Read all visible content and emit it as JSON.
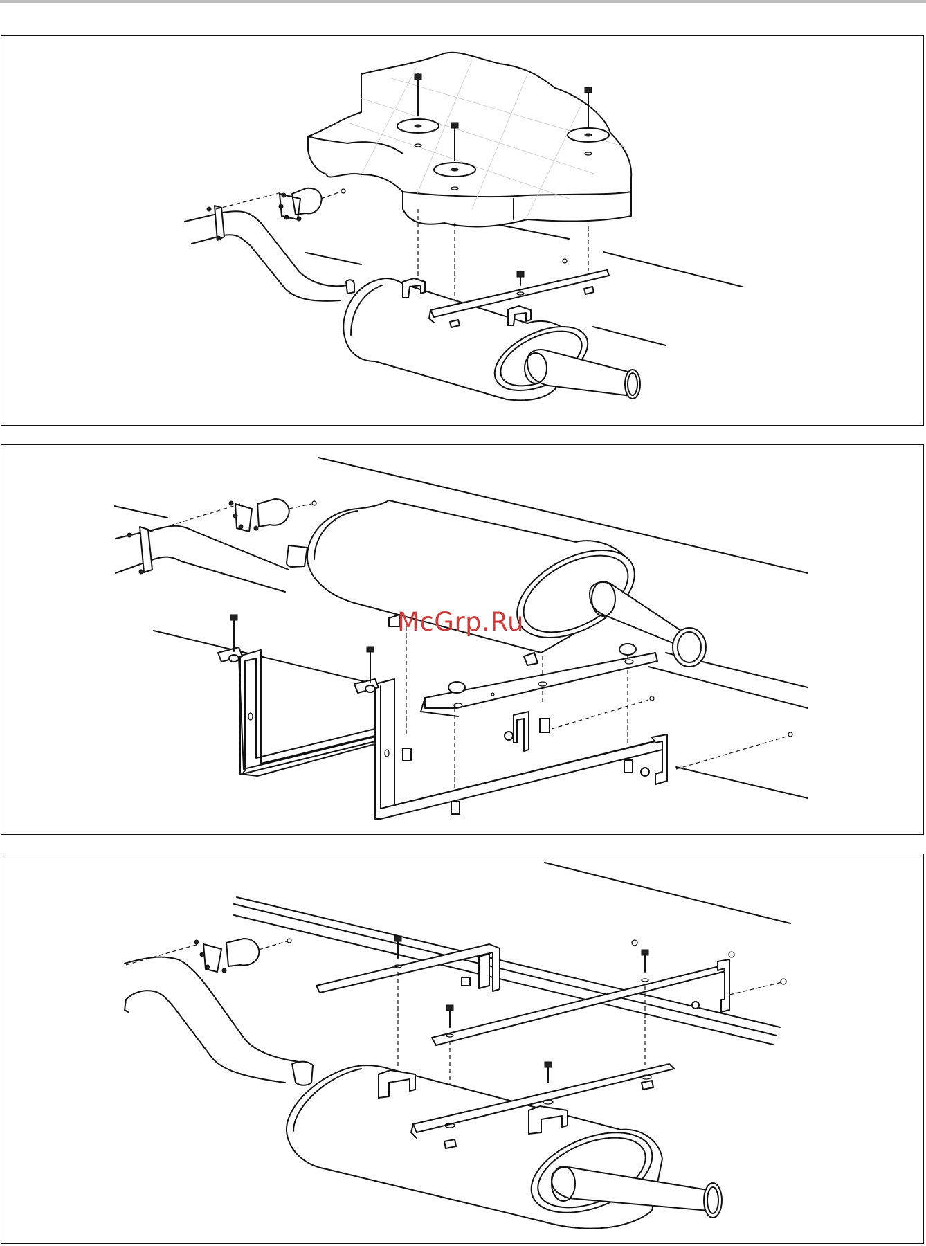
{
  "watermark": {
    "text": "McGrp.Ru",
    "color": "#d03a3a"
  },
  "panels": [
    {
      "id": "panel-1",
      "variant": "rear silencer mounted to floor with long bolts and washers"
    },
    {
      "id": "panel-2",
      "variant": "rear silencer mounted on two U-shaped hanger brackets"
    },
    {
      "id": "panel-3",
      "variant": "rear silencer mounted on cross rails with bracket straps"
    }
  ],
  "colors": {
    "line": "#111111",
    "background": "#ffffff",
    "top_rule": "#bdbdbd",
    "floor_grid": "#c8c8c8"
  },
  "icons": [
    "bolt-icon",
    "washer-icon",
    "nut-icon",
    "rubber-mount-icon",
    "pipe-clamp-icon"
  ]
}
